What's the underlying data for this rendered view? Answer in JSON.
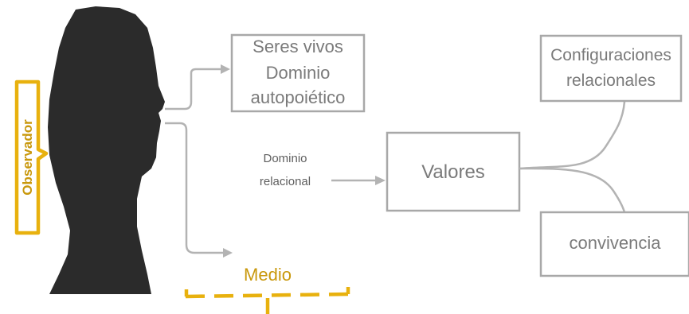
{
  "observer_label": "Observador",
  "boxes": {
    "seres_vivos": [
      "Seres vivos",
      "Dominio",
      "autopoiético"
    ],
    "valores": "Valores",
    "configuraciones": [
      "Configuraciones",
      "relacionales"
    ],
    "convivencia": "convivencia"
  },
  "labels": {
    "dominio_relacional": [
      "Dominio",
      "relacional"
    ],
    "medio": "Medio"
  },
  "colors": {
    "silhouette": "#2b2b2b",
    "gold": "#e8b10e",
    "gold_text": "#c9980c",
    "line": "#b3b3b3",
    "text": "#7a7a7a",
    "text_dark": "#5f5f5f"
  }
}
